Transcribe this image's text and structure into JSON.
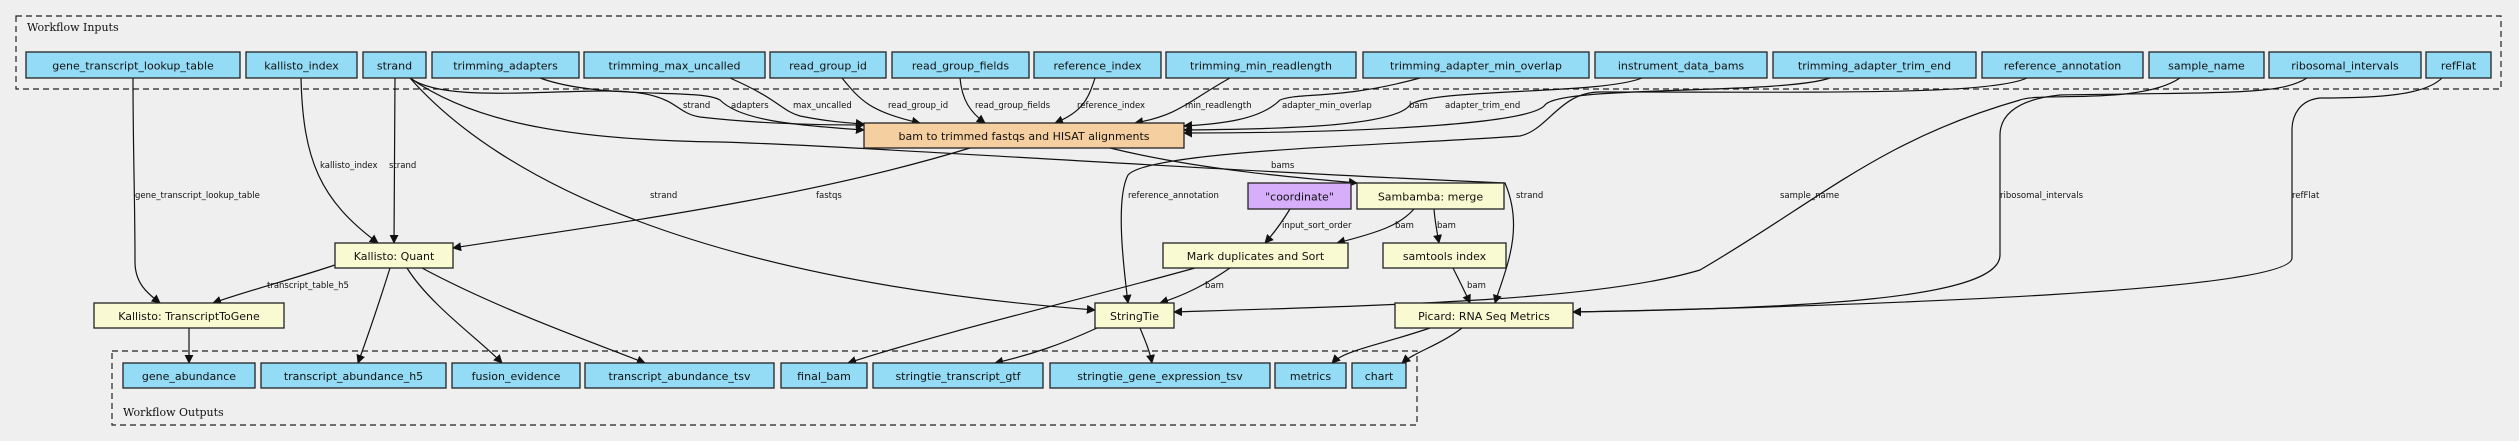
{
  "colors": {
    "background": "#efefef",
    "io_node": "#94dcf5",
    "step_node": "#fafad2",
    "subworkflow_node": "#f6cfa0",
    "constant_node": "#d7aefa"
  },
  "clusters": {
    "inputs": "Workflow Inputs",
    "outputs": "Workflow Outputs"
  },
  "nodes": [
    {
      "id": "gene_transcript_lookup_table",
      "label": "gene_transcript_lookup_table",
      "kind": "input"
    },
    {
      "id": "kallisto_index",
      "label": "kallisto_index",
      "kind": "input"
    },
    {
      "id": "strand",
      "label": "strand",
      "kind": "input"
    },
    {
      "id": "trimming_adapters",
      "label": "trimming_adapters",
      "kind": "input"
    },
    {
      "id": "trimming_max_uncalled",
      "label": "trimming_max_uncalled",
      "kind": "input"
    },
    {
      "id": "read_group_id",
      "label": "read_group_id",
      "kind": "input"
    },
    {
      "id": "read_group_fields",
      "label": "read_group_fields",
      "kind": "input"
    },
    {
      "id": "reference_index",
      "label": "reference_index",
      "kind": "input"
    },
    {
      "id": "trimming_min_readlength",
      "label": "trimming_min_readlength",
      "kind": "input"
    },
    {
      "id": "trimming_adapter_min_overlap",
      "label": "trimming_adapter_min_overlap",
      "kind": "input"
    },
    {
      "id": "instrument_data_bams",
      "label": "instrument_data_bams",
      "kind": "input"
    },
    {
      "id": "trimming_adapter_trim_end",
      "label": "trimming_adapter_trim_end",
      "kind": "input"
    },
    {
      "id": "reference_annotation",
      "label": "reference_annotation",
      "kind": "input"
    },
    {
      "id": "sample_name",
      "label": "sample_name",
      "kind": "input"
    },
    {
      "id": "ribosomal_intervals",
      "label": "ribosomal_intervals",
      "kind": "input"
    },
    {
      "id": "refFlat",
      "label": "refFlat",
      "kind": "input"
    },
    {
      "id": "bam_to_trimmed",
      "label": "bam to trimmed fastqs and HISAT alignments",
      "kind": "subworkflow"
    },
    {
      "id": "coordinate",
      "label": "\"coordinate\"",
      "kind": "constant"
    },
    {
      "id": "sambamba_merge",
      "label": "Sambamba: merge",
      "kind": "step"
    },
    {
      "id": "kallisto_quant",
      "label": "Kallisto: Quant",
      "kind": "step"
    },
    {
      "id": "mark_dup",
      "label": "Mark duplicates and Sort",
      "kind": "step"
    },
    {
      "id": "samtools_index",
      "label": "samtools index",
      "kind": "step"
    },
    {
      "id": "transcript_to_gene",
      "label": "Kallisto: TranscriptToGene",
      "kind": "step"
    },
    {
      "id": "stringtie",
      "label": "StringTie",
      "kind": "step"
    },
    {
      "id": "picard",
      "label": "Picard: RNA Seq Metrics",
      "kind": "step"
    },
    {
      "id": "gene_abundance",
      "label": "gene_abundance",
      "kind": "output"
    },
    {
      "id": "transcript_abundance_h5",
      "label": "transcript_abundance_h5",
      "kind": "output"
    },
    {
      "id": "fusion_evidence",
      "label": "fusion_evidence",
      "kind": "output"
    },
    {
      "id": "transcript_abundance_tsv",
      "label": "transcript_abundance_tsv",
      "kind": "output"
    },
    {
      "id": "final_bam",
      "label": "final_bam",
      "kind": "output"
    },
    {
      "id": "stringtie_transcript_gtf",
      "label": "stringtie_transcript_gtf",
      "kind": "output"
    },
    {
      "id": "stringtie_gene_expression_tsv",
      "label": "stringtie_gene_expression_tsv",
      "kind": "output"
    },
    {
      "id": "metrics",
      "label": "metrics",
      "kind": "output"
    },
    {
      "id": "chart",
      "label": "chart",
      "kind": "output"
    }
  ],
  "edges": [
    {
      "from": "gene_transcript_lookup_table",
      "to": "transcript_to_gene",
      "label": "gene_transcript_lookup_table"
    },
    {
      "from": "kallisto_index",
      "to": "kallisto_quant",
      "label": "kallisto_index"
    },
    {
      "from": "strand",
      "to": "kallisto_quant",
      "label": "strand"
    },
    {
      "from": "strand",
      "to": "stringtie",
      "label": "strand"
    },
    {
      "from": "strand",
      "to": "bam_to_trimmed",
      "label": "strand"
    },
    {
      "from": "strand",
      "to": "picard",
      "label": "strand"
    },
    {
      "from": "trimming_adapters",
      "to": "bam_to_trimmed",
      "label": "adapters"
    },
    {
      "from": "trimming_max_uncalled",
      "to": "bam_to_trimmed",
      "label": "max_uncalled"
    },
    {
      "from": "read_group_id",
      "to": "bam_to_trimmed",
      "label": "read_group_id"
    },
    {
      "from": "read_group_fields",
      "to": "bam_to_trimmed",
      "label": "read_group_fields"
    },
    {
      "from": "reference_index",
      "to": "bam_to_trimmed",
      "label": "reference_index"
    },
    {
      "from": "trimming_min_readlength",
      "to": "bam_to_trimmed",
      "label": "min_readlength"
    },
    {
      "from": "trimming_adapter_min_overlap",
      "to": "bam_to_trimmed",
      "label": "adapter_min_overlap"
    },
    {
      "from": "instrument_data_bams",
      "to": "bam_to_trimmed",
      "label": "bam"
    },
    {
      "from": "trimming_adapter_trim_end",
      "to": "bam_to_trimmed",
      "label": "adapter_trim_end"
    },
    {
      "from": "reference_annotation",
      "to": "stringtie",
      "label": "reference_annotation"
    },
    {
      "from": "sample_name",
      "to": "stringtie",
      "label": "sample_name"
    },
    {
      "from": "ribosomal_intervals",
      "to": "picard",
      "label": "ribosomal_intervals"
    },
    {
      "from": "refFlat",
      "to": "picard",
      "label": "refFlat"
    },
    {
      "from": "bam_to_trimmed",
      "to": "kallisto_quant",
      "label": "fastqs"
    },
    {
      "from": "bam_to_trimmed",
      "to": "sambamba_merge",
      "label": "bams"
    },
    {
      "from": "coordinate",
      "to": "mark_dup",
      "label": "input_sort_order"
    },
    {
      "from": "sambamba_merge",
      "to": "mark_dup",
      "label": "bam"
    },
    {
      "from": "sambamba_merge",
      "to": "samtools_index",
      "label": "bam"
    },
    {
      "from": "mark_dup",
      "to": "final_bam",
      "label": ""
    },
    {
      "from": "mark_dup",
      "to": "stringtie",
      "label": "bam"
    },
    {
      "from": "samtools_index",
      "to": "picard",
      "label": "bam"
    },
    {
      "from": "kallisto_quant",
      "to": "transcript_to_gene",
      "label": "transcript_table_h5"
    },
    {
      "from": "kallisto_quant",
      "to": "transcript_abundance_h5",
      "label": ""
    },
    {
      "from": "kallisto_quant",
      "to": "fusion_evidence",
      "label": ""
    },
    {
      "from": "kallisto_quant",
      "to": "transcript_abundance_tsv",
      "label": ""
    },
    {
      "from": "transcript_to_gene",
      "to": "gene_abundance",
      "label": ""
    },
    {
      "from": "stringtie",
      "to": "stringtie_transcript_gtf",
      "label": ""
    },
    {
      "from": "stringtie",
      "to": "stringtie_gene_expression_tsv",
      "label": ""
    },
    {
      "from": "picard",
      "to": "metrics",
      "label": ""
    },
    {
      "from": "picard",
      "to": "chart",
      "label": ""
    }
  ]
}
